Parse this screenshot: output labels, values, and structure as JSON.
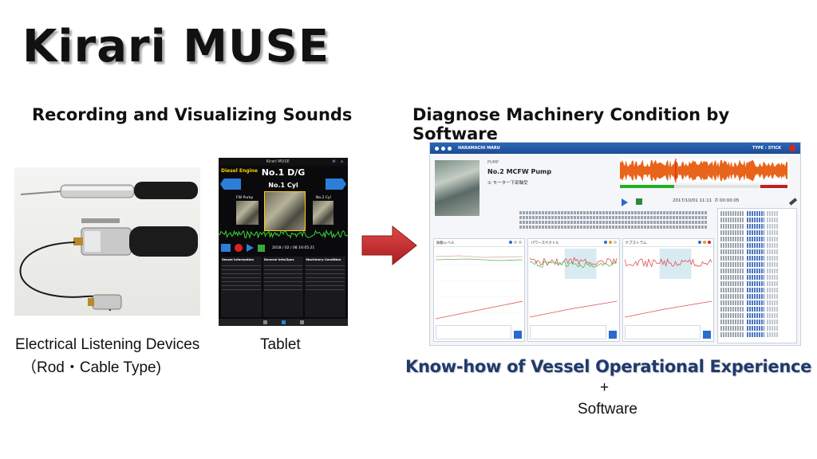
{
  "title": "Kirari MUSE",
  "left_heading": "Recording and Visualizing Sounds",
  "right_heading": "Diagnose Machinery Condition by Software",
  "device": {
    "caption_line1": "Electrical Listening Devices",
    "caption_line2": "（Rod・Cable Type)"
  },
  "tablet": {
    "caption": "Tablet",
    "app_name": "Kirari MUSE",
    "engine_label": "Diesel Engine",
    "unit_label": "No.1 D/G",
    "cylinder_label": "No.1 Cyl",
    "left_pump_label": "FW Pump",
    "right_pump_label": "No.2 Cyl",
    "date_text": "2018 / 02 / 08 16:05:21",
    "table_headers": [
      "Vessel Information",
      "General Info/Spec",
      "Machinery Condition"
    ]
  },
  "software": {
    "vessel": "HARAMACHI MARU",
    "type": "TYPE : STICK",
    "pump_caption": "PUMP",
    "pump_name": "No.2 MCFW Pump",
    "pump_sub": "① モーター下部軸受",
    "datetime": "2017/10/01 11:11",
    "elapsed": "00:00:05",
    "panel_titles": [
      "振動レベル",
      "パワースペクトル",
      "ケプストラム"
    ]
  },
  "knowhow": "Know-how of Vessel Operational Experience",
  "plus": "+",
  "software_caption": "Software",
  "colors": {
    "arrow": "#c8282a",
    "knowhow": "#1f3a6e",
    "software_titlebar": "#2b66b8",
    "waveform": "#e8641a"
  }
}
